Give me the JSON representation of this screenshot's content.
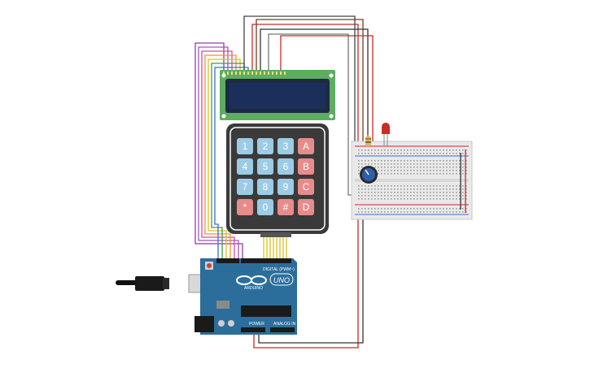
{
  "keypad": {
    "rows": [
      [
        {
          "label": "1",
          "kind": "num"
        },
        {
          "label": "2",
          "kind": "num"
        },
        {
          "label": "3",
          "kind": "num"
        },
        {
          "label": "A",
          "kind": "letter"
        }
      ],
      [
        {
          "label": "4",
          "kind": "num"
        },
        {
          "label": "5",
          "kind": "num"
        },
        {
          "label": "6",
          "kind": "num"
        },
        {
          "label": "B",
          "kind": "letter"
        }
      ],
      [
        {
          "label": "7",
          "kind": "num"
        },
        {
          "label": "8",
          "kind": "num"
        },
        {
          "label": "9",
          "kind": "num"
        },
        {
          "label": "C",
          "kind": "letter"
        }
      ],
      [
        {
          "label": "*",
          "kind": "letter"
        },
        {
          "label": "0",
          "kind": "num"
        },
        {
          "label": "#",
          "kind": "letter"
        },
        {
          "label": "D",
          "kind": "letter"
        }
      ]
    ]
  },
  "arduino": {
    "logo_text": "UNO",
    "brand_text": "ARDUINO",
    "digital_text": "DIGITAL (PWM~)",
    "power_text": "POWER",
    "analog_text": "ANALOG IN"
  },
  "colors": {
    "key_num": "#9ccbe6",
    "key_letter": "#e88b8b",
    "keypad_body": "#3a3a3a",
    "lcd_board": "#5dad60",
    "lcd_screen": "#1c2f5a",
    "arduino_board": "#2c6e9b",
    "breadboard": "#e9e9e9",
    "led": "#cc2b2b"
  }
}
